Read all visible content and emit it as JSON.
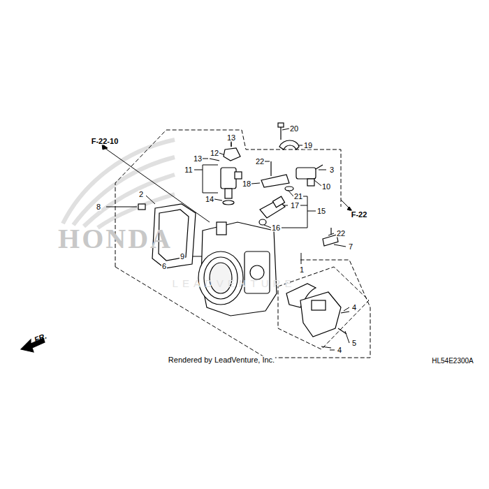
{
  "diagram": {
    "labels": [
      "F-22-10",
      "13",
      "20",
      "19",
      "13",
      "12",
      "22",
      "3",
      "11",
      "18",
      "10",
      "2",
      "21",
      "14",
      "17",
      "8",
      "15",
      "F-22",
      "16",
      "22",
      "7",
      "HONDA",
      "9",
      "6",
      "1",
      "LEADVENTURE",
      "4",
      "FR.",
      "5",
      "4",
      "Rendered by LeadVenture, Inc.",
      "HL54E2300A"
    ]
  }
}
